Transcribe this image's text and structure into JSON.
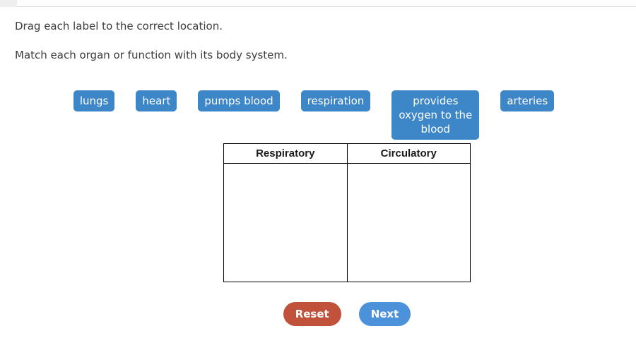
{
  "instructions": {
    "line1": "Drag each label to the correct location.",
    "line2": "Match each organ or function with its body system."
  },
  "labels": [
    "lungs",
    "heart",
    "pumps blood",
    "respiration",
    "provides oxygen to the blood",
    "arteries"
  ],
  "table": {
    "columns": [
      "Respiratory",
      "Circulatory"
    ]
  },
  "buttons": {
    "reset": "Reset",
    "next": "Next"
  },
  "colors": {
    "label_bg": "#3d86c8",
    "reset_bg": "#c0513b",
    "next_bg": "#4b92da",
    "table_border": "#000000",
    "text": "#3d3d3d"
  }
}
